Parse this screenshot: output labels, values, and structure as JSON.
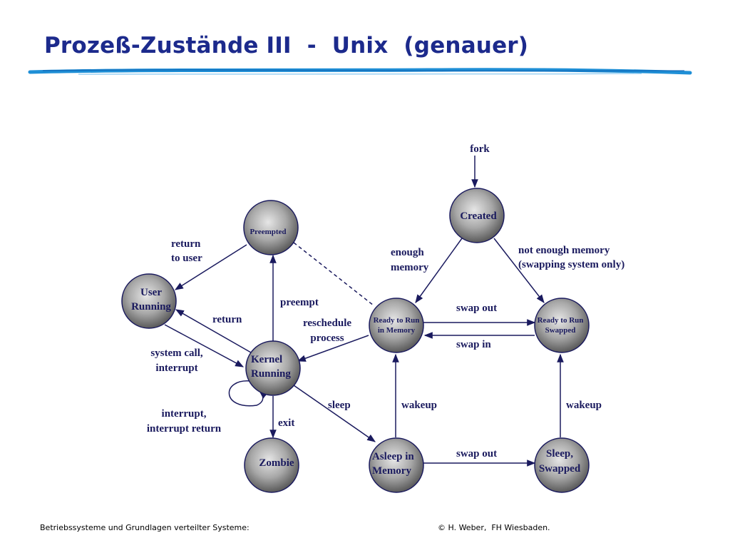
{
  "title": "Prozeß-Zustände III  -  Unix  (genauer)",
  "colors": {
    "title": "#1c2a8c",
    "underline": "#1f8fd6",
    "edge": "#1a1a5e",
    "node_fill_center": "#e6e6e6",
    "node_fill_edge": "#5a5a5a"
  },
  "states": {
    "created": "Created",
    "preempted": "Preempted",
    "user_running": [
      "User",
      "Running"
    ],
    "kernel_running": [
      "Kernel",
      "Running"
    ],
    "zombie": "Zombie",
    "ready_in_memory": [
      "Ready to Run",
      "in Memory"
    ],
    "ready_swapped": [
      "Ready to Run",
      "Swapped"
    ],
    "asleep_in_memory": [
      "Asleep in",
      "Memory"
    ],
    "sleep_swapped": [
      "Sleep,",
      "Swapped"
    ]
  },
  "transitions": {
    "fork": "fork",
    "enough_memory": [
      "enough",
      "memory"
    ],
    "not_enough_memory": [
      "not enough memory",
      "(swapping system only)"
    ],
    "return_to_user": [
      "return",
      "to user"
    ],
    "return": "return",
    "system_call": [
      "system call,",
      "interrupt"
    ],
    "interrupt": [
      "interrupt,",
      "interrupt return"
    ],
    "preempt": "preempt",
    "reschedule": [
      "reschedule",
      "process"
    ],
    "swap_out_top": "swap out",
    "swap_in": "swap in",
    "exit": "exit",
    "sleep": "sleep",
    "wakeup_memory": "wakeup",
    "wakeup_swapped": "wakeup",
    "swap_out_bottom": "swap out"
  },
  "footer": {
    "left": "Betriebssysteme und Grundlagen verteilter Systeme:",
    "right": "© H. Weber,  FH Wiesbaden."
  }
}
